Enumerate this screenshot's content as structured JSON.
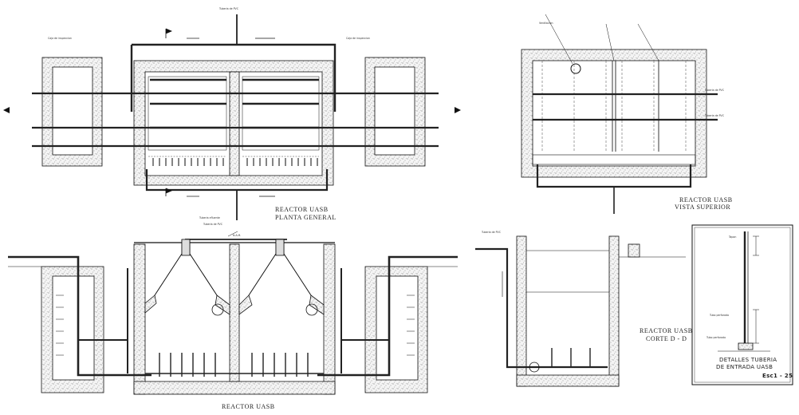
{
  "views": {
    "plan_title": "REACTOR UASB",
    "plan_subtitle": "PLANTA GENERAL",
    "top_title": "REACTOR UASB",
    "top_subtitle": "VISTA SUPERIOR",
    "section_main_title": "REACTOR UASB",
    "section_dd_title": "REACTOR UASB",
    "section_dd_subtitle": "CORTE D - D",
    "detail_title": "DETALLES TUBERIA",
    "detail_subtitle": "DE ENTRADA UASB",
    "detail_scale": "Esc1 - 25"
  },
  "colors": {
    "line": "#111111",
    "concrete": "#e9e9e9",
    "pipe": "#2b2b2b"
  }
}
